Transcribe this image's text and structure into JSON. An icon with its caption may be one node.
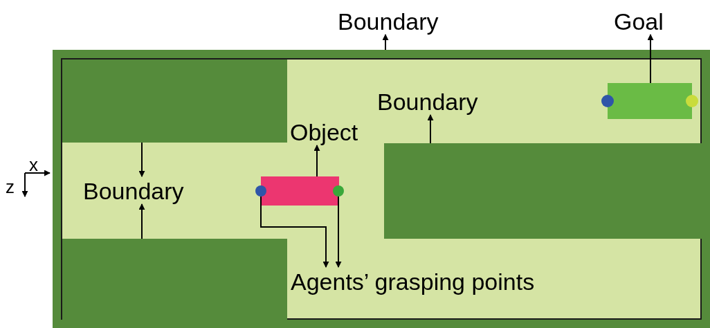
{
  "diagram": {
    "nodes": [
      {
        "text": [
          "Boundary"
        ]
      },
      {
        "text": [
          "Goal"
        ]
      },
      {
        "text": [
          "Boundary"
        ],
        "in": 6
      },
      {
        "text": [
          "Object"
        ],
        "in": 6
      },
      {
        "text": [
          "Boundary"
        ],
        "in": 6
      },
      {
        "text": [
          "Agents’ grasping points"
        ],
        "in": 6
      },
      {
        "text": [],
        "shape": "box"
      },
      {
        "text": [],
        "shape": "box",
        "in": 6
      },
      {
        "text": [],
        "shape": "box",
        "in": 6
      },
      {
        "text": [],
        "shape": "box",
        "in": 6
      },
      {
        "text": [],
        "shape": "box",
        "in": 6
      },
      {
        "text": [],
        "shape": "circle",
        "in": 6
      },
      {
        "text": [],
        "shape": "circle",
        "in": 6
      },
      {
        "text": [],
        "shape": "box",
        "in": 6
      },
      {
        "text": [],
        "shape": "circle",
        "in": 6
      },
      {
        "text": [],
        "shape": "circle",
        "in": 6
      }
    ],
    "edges": [
      {
        "from": 6,
        "to": 0,
        "arrow": "to"
      },
      {
        "from": 10,
        "to": 1,
        "arrow": "to"
      },
      {
        "from": 9,
        "to": 2,
        "arrow": "to"
      },
      {
        "from": 13,
        "to": 3,
        "arrow": "to"
      },
      {
        "from": 7,
        "to": 4,
        "arrow": "to"
      },
      {
        "from": 8,
        "to": 4,
        "arrow": "to"
      },
      {
        "from": 14,
        "to": 5,
        "arrow": "to"
      },
      {
        "from": 15,
        "to": 5,
        "arrow": "to"
      }
    ],
    "labels": [
      "x",
      "z"
    ]
  }
}
